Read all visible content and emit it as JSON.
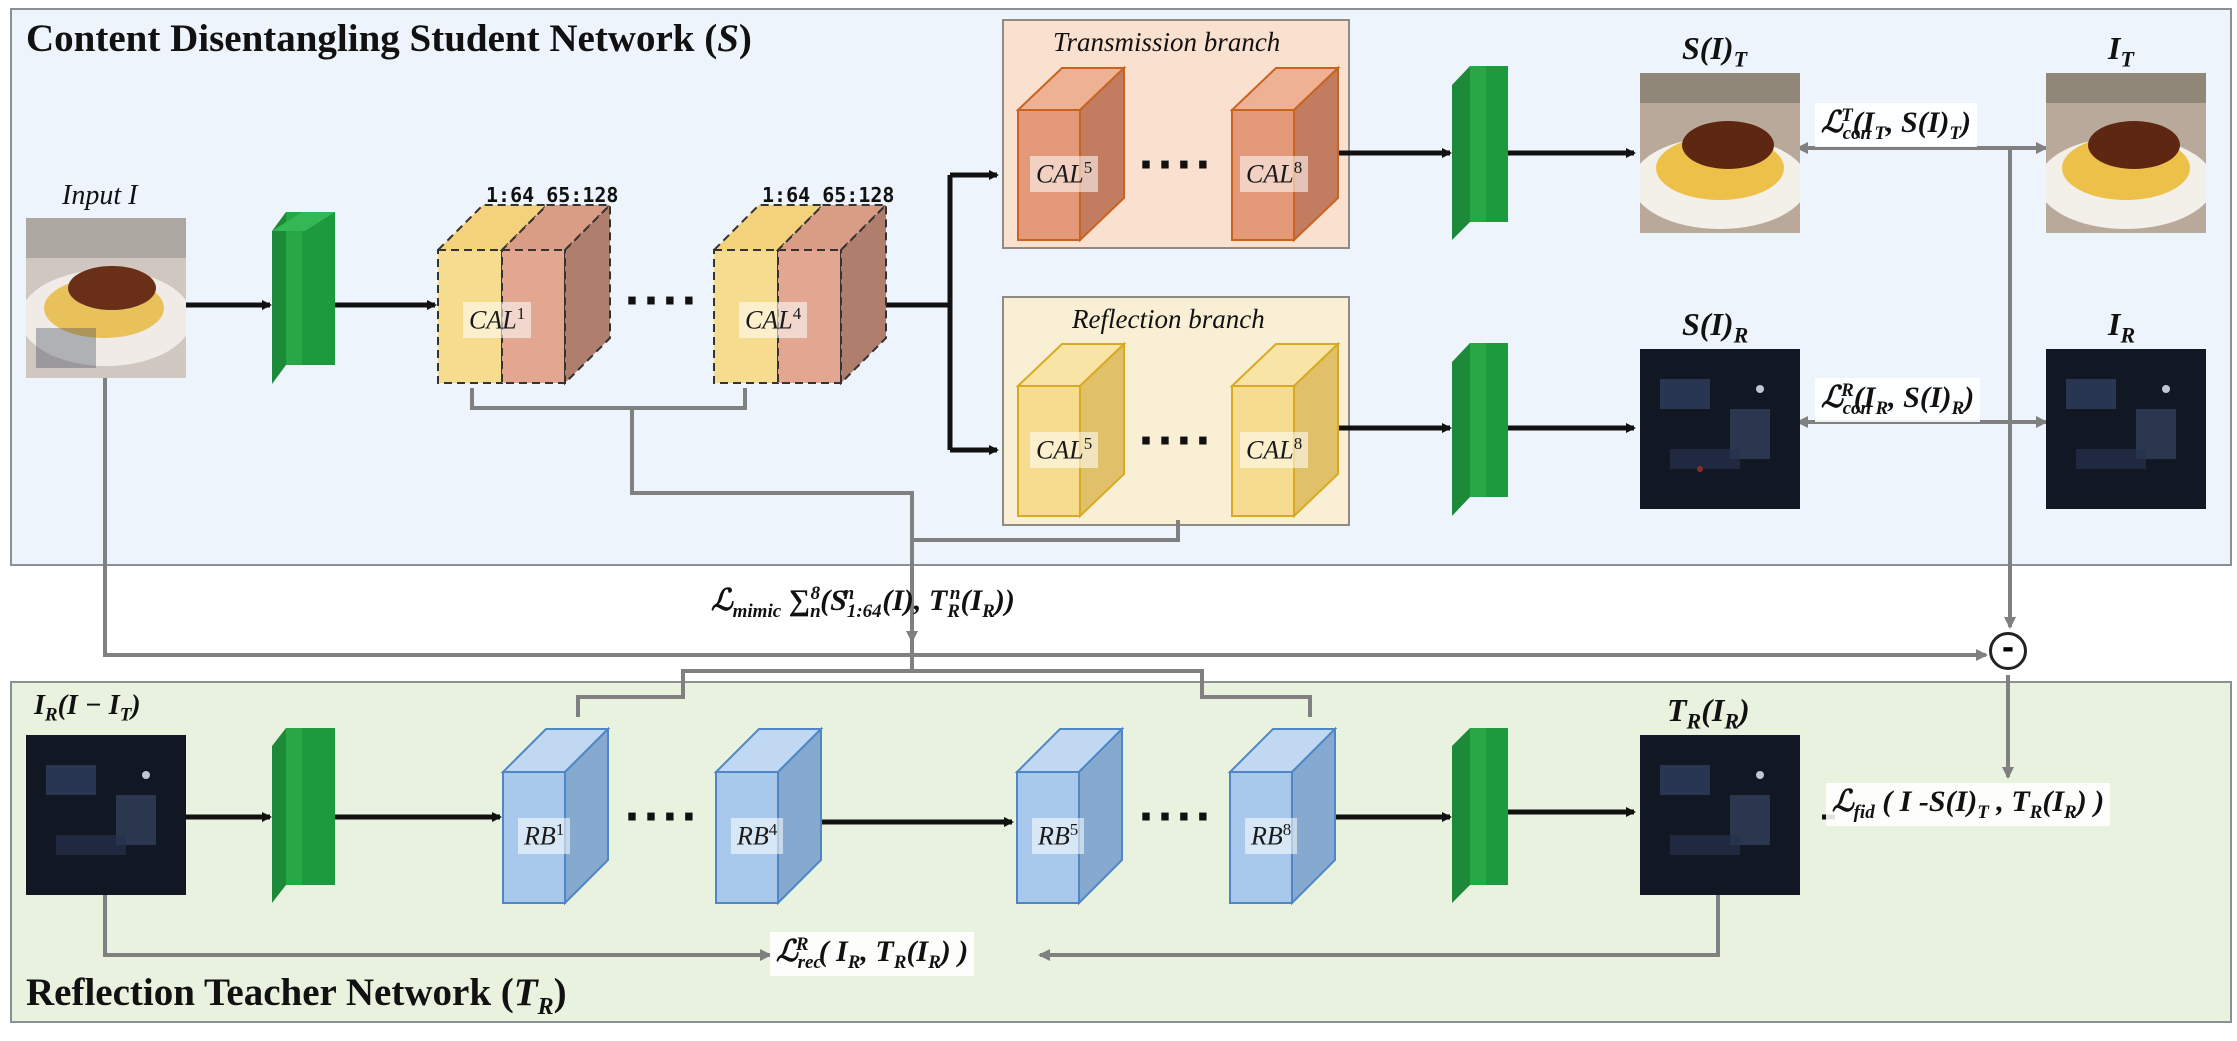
{
  "student": {
    "title": "Content Disentangling Student Network (",
    "title_symbol": "S",
    "title_close": ")"
  },
  "teacher": {
    "title": "Reflection Teacher Network (",
    "title_symbol": "T",
    "title_sub": "R",
    "title_close": ")"
  },
  "branches": {
    "transmission": "Transmission branch",
    "reflection": "Reflection branch"
  },
  "images": {
    "input": "Input I",
    "s_i_t": "S(I)",
    "s_i_t_sub": "T",
    "i_t": "I",
    "i_t_sub": "T",
    "s_i_r": "S(I)",
    "s_i_r_sub": "R",
    "i_r": "I",
    "i_r_sub": "R",
    "teacher_input": "I",
    "teacher_input_sub": "R",
    "teacher_input_rest": "(I  − I",
    "teacher_input_rest_sub": "T",
    "teacher_input_close": ")",
    "teacher_output": "T",
    "teacher_output_sub": "R",
    "teacher_output_rest": "(I",
    "teacher_output_rest_sub": "R",
    "teacher_output_close": ")"
  },
  "ratios": {
    "first": "1:64  65:128",
    "second": "1:64  65:128"
  },
  "cubes": {
    "cal": "CAL",
    "rb": "RB",
    "n1": "1",
    "n4": "4",
    "n5": "5",
    "n8": "8",
    "dots": "····"
  },
  "losses": {
    "con_t": {
      "L": "ℒ",
      "sub": "con",
      "sup": "T",
      "args": "(I",
      "a_sub": "T",
      "mid": ", S(I)",
      "b_sub": "T",
      "close": ")"
    },
    "con_r": {
      "L": "ℒ",
      "sub": "con",
      "sup": "R",
      "args": "(I",
      "a_sub": "R",
      "mid": ", S(I)",
      "b_sub": "R",
      "close": ")"
    },
    "mimic": {
      "L": "ℒ",
      "sub": "mimic",
      "sum": " ∑",
      "sum_sub": "n",
      "sum_sup": "8",
      "arg1": "(S",
      "arg1_sub": "1:64",
      "arg1_sup": "n",
      "arg1_rest": "(I), T",
      "arg2_sub": "R",
      "arg2_sup": "n",
      "arg2_rest": "(I",
      "arg3_sub": "R",
      "close": "))"
    },
    "fid": {
      "L": "ℒ",
      "sub": "fid",
      "text": " ( I -S(I)",
      "a_sub": "T",
      "mid": " , T",
      "b_sub": "R",
      "rest": "(I",
      "c_sub": "R",
      "close": ") )"
    },
    "rec": {
      "L": "ℒ",
      "sub": "rec",
      "sup": "R",
      "text": "( I",
      "a_sub": "R",
      "mid": ", T",
      "b_sub": "R",
      "rest": "(I",
      "c_sub": "R",
      "close": ") )"
    }
  },
  "minus": "-",
  "colors": {
    "conv_green": "#1fa040",
    "cal_yellow": "#f6dc8f",
    "cal_salmon": "#e3a791",
    "rb_blue": "#a9c9ec",
    "arrow_dark": "#111111",
    "arrow_gray": "#808080"
  }
}
